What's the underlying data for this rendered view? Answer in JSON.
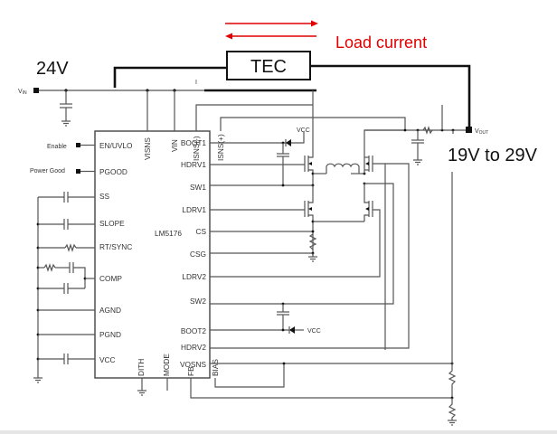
{
  "annotations": {
    "vin_voltage": "24V",
    "vout_range": "19V to 29V",
    "load_current": "Load current",
    "tec_label": "TEC",
    "arrow_color": "#e00000"
  },
  "terminals": {
    "vin": "V",
    "vin_sub": "IN",
    "vout": "V",
    "vout_sub": "OUT",
    "enable": "Enable",
    "power_good": "Power Good",
    "vcc_top": "VCC",
    "vcc_bottom": "VCC"
  },
  "ic": {
    "part": "LM5176",
    "left_pins": [
      "EN/UVLO",
      "PGOOD",
      "SS",
      "SLOPE",
      "RT/SYNC",
      "COMP",
      "AGND",
      "PGND",
      "VCC"
    ],
    "top_pins": [
      "VISNS",
      "VIN",
      "ISNS(-)",
      "ISNS(+)"
    ],
    "right_pins": [
      "BOOT1",
      "HDRV1",
      "SW1",
      "LDRV1",
      "CS",
      "CSG",
      "LDRV2",
      "SW2",
      "BOOT2",
      "HDRV2",
      "VOSNS"
    ],
    "bottom_pins": [
      "DITH",
      "MODE",
      "FB",
      "BIAS"
    ]
  }
}
